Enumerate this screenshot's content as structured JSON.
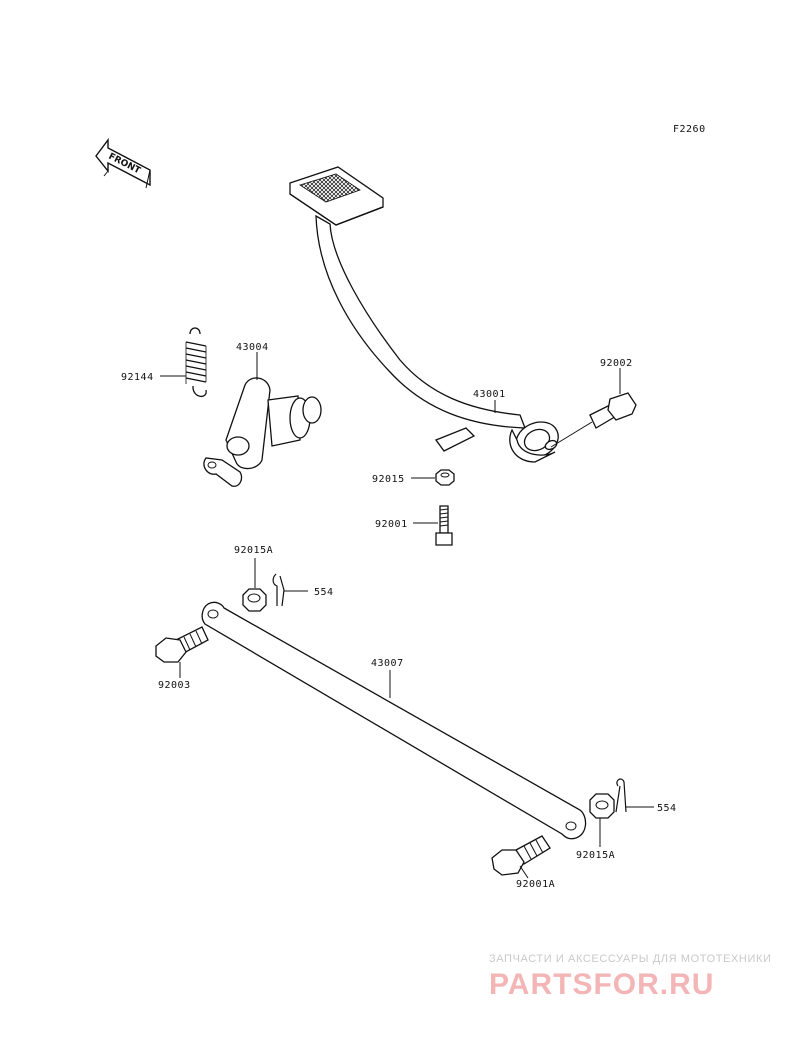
{
  "figure_code": "F2260",
  "direction_label": "FRONT",
  "colors": {
    "line": "#111111",
    "watermark_text": "#c9c9c9",
    "watermark_logo": "#f3b5b5"
  },
  "parts": [
    {
      "id": "brake_pedal",
      "number": "43001"
    },
    {
      "id": "pedal_bolt",
      "number": "92002"
    },
    {
      "id": "nut",
      "number": "92015"
    },
    {
      "id": "bolt",
      "number": "92001"
    },
    {
      "id": "spring",
      "number": "92144"
    },
    {
      "id": "lever_shaft",
      "number": "43004"
    },
    {
      "id": "upper_nut",
      "number": "92015A"
    },
    {
      "id": "upper_pin",
      "number": "554"
    },
    {
      "id": "rear_bolt",
      "number": "92003"
    },
    {
      "id": "rod",
      "number": "43007"
    },
    {
      "id": "lower_pin",
      "number": "554"
    },
    {
      "id": "lower_nut",
      "number": "92015A"
    },
    {
      "id": "lower_bolt",
      "number": "92001A"
    }
  ],
  "watermark": {
    "subtitle": "ЗАПЧАСТИ И АКСЕССУАРЫ ДЛЯ МОТОТЕХНИКИ",
    "logo": "PARTSFOR.RU"
  }
}
